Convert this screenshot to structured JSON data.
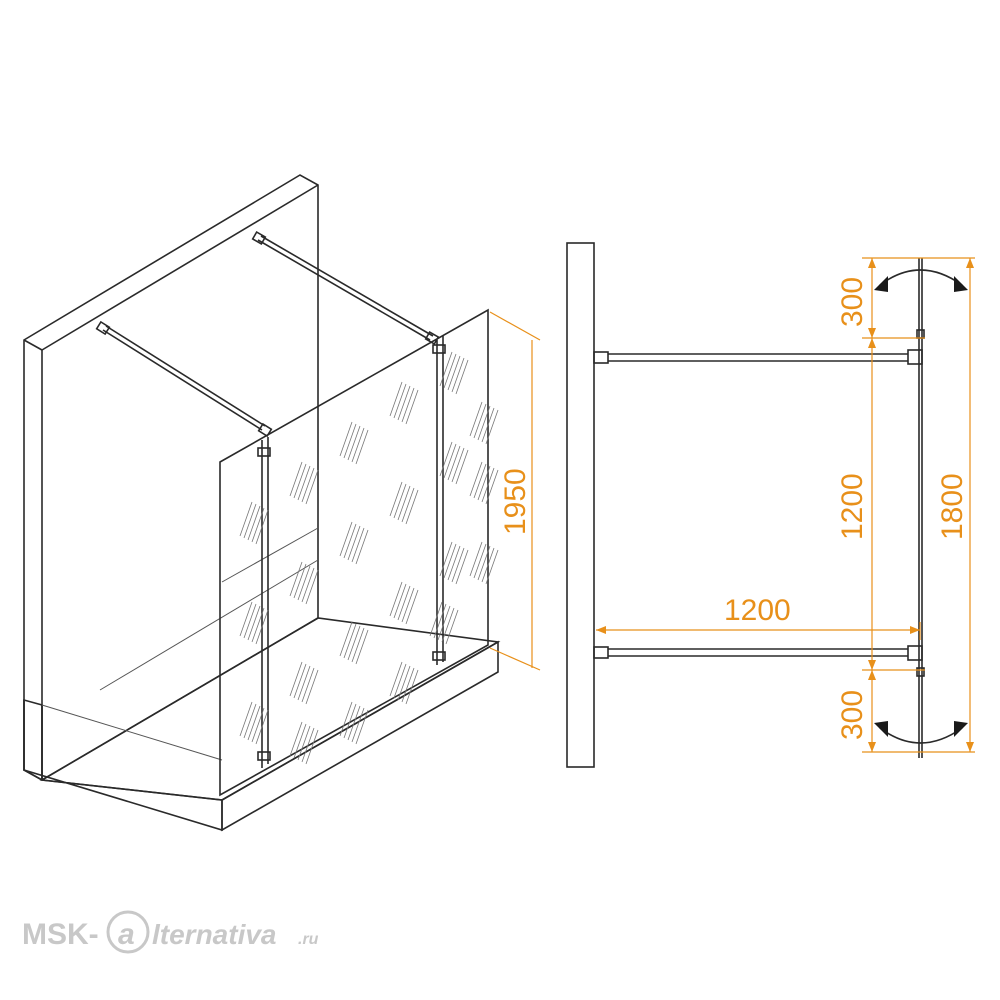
{
  "diagram": {
    "dimensions": {
      "iso_height": "1950",
      "top_offset": "300",
      "middle_span": "1200",
      "total_height": "1800",
      "arm_length": "1200",
      "bottom_offset": "300"
    },
    "colors": {
      "line": "#2a2a2a",
      "dimension": "#e8901a",
      "watermark": "#c8c8c8"
    },
    "watermark": {
      "prefix": "MSK-",
      "logo_letter": "a",
      "suffix": "lternativa",
      "domain": ".ru"
    }
  }
}
